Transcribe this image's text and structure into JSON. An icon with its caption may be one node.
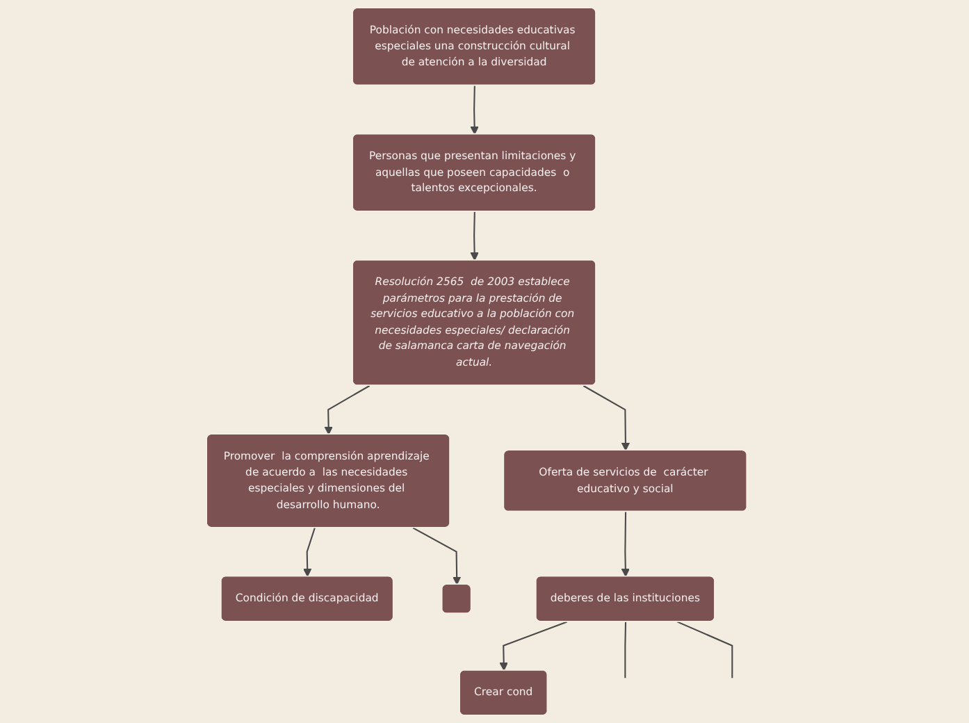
{
  "diagram": {
    "nodes": [
      {
        "text": [
          "Población con necesidades educativas especiales una construcción cultural de atención a la diversidad"
        ]
      },
      {
        "text": [
          "Personas que presentan limitaciones y aquellas que poseen capacidades  o talentos excepcionales."
        ]
      },
      {
        "text": [
          "Resolución 2565  de 2003 establece parámetros para la prestación de servicios educativo a la población con necesidades especiales/ declaración de salamanca carta de navegación actual."
        ]
      },
      {
        "text": [
          "Promover  la comprensión aprendizaje de acuerdo a  las necesidades especiales y dimensiones del desarrollo humano."
        ]
      },
      {
        "text": [
          "Oferta de servicios de  carácter educativo y social"
        ]
      },
      {
        "text": [
          "Condición de discapacidad"
        ]
      },
      {
        "text": [],
        "shape": "box"
      },
      {
        "text": [
          "deberes de las instituciones"
        ]
      },
      {
        "text": [
          "Crear cond"
        ]
      }
    ],
    "edges": [
      {
        "from": 0,
        "to": 1,
        "arrow": "to"
      },
      {
        "from": 1,
        "to": 2,
        "arrow": "to"
      },
      {
        "from": 2,
        "to": 3,
        "arrow": "to"
      },
      {
        "from": 2,
        "to": 4,
        "arrow": "to"
      },
      {
        "from": 3,
        "to": 5,
        "arrow": "to"
      },
      {
        "from": 3,
        "to": 6,
        "arrow": "to"
      },
      {
        "from": 4,
        "to": 7,
        "arrow": "to"
      },
      {
        "from": 7,
        "to": 8,
        "arrow": "to"
      },
      {
        "from": 7,
        "to": null,
        "arrow": "none"
      },
      {
        "from": 7,
        "to": null,
        "arrow": "none"
      }
    ]
  }
}
